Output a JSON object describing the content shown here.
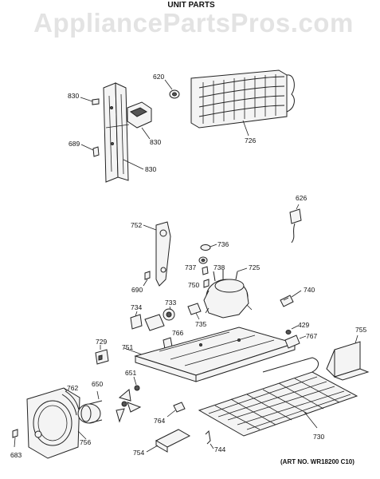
{
  "watermark": "AppliancePartsPros.com",
  "title": "UNIT PARTS",
  "art_number": "(ART NO. WR18200 C10)",
  "callouts": {
    "c830a": "830",
    "c830b": "830",
    "c830c": "830",
    "c689": "689",
    "c620": "620",
    "c726": "726",
    "c626": "626",
    "c752": "752",
    "c736": "736",
    "c737": "737",
    "c738": "738",
    "c725": "725",
    "c690": "690",
    "c750": "750",
    "c740": "740",
    "c734": "734",
    "c733": "733",
    "c735": "735",
    "c429": "429",
    "c767": "767",
    "c755": "755",
    "c729": "729",
    "c766": "766",
    "c751": "751",
    "c651": "651",
    "c762": "762",
    "c650": "650",
    "c764": "764",
    "c756": "756",
    "c730": "730",
    "c683": "683",
    "c754": "754",
    "c744": "744"
  }
}
